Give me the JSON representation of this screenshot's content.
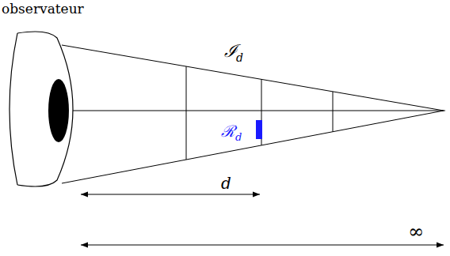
{
  "diagram": {
    "labels": [
      "observateur",
      "ℐ",
      "d",
      "ℛ",
      "d",
      "d",
      "∞"
    ]
  }
}
